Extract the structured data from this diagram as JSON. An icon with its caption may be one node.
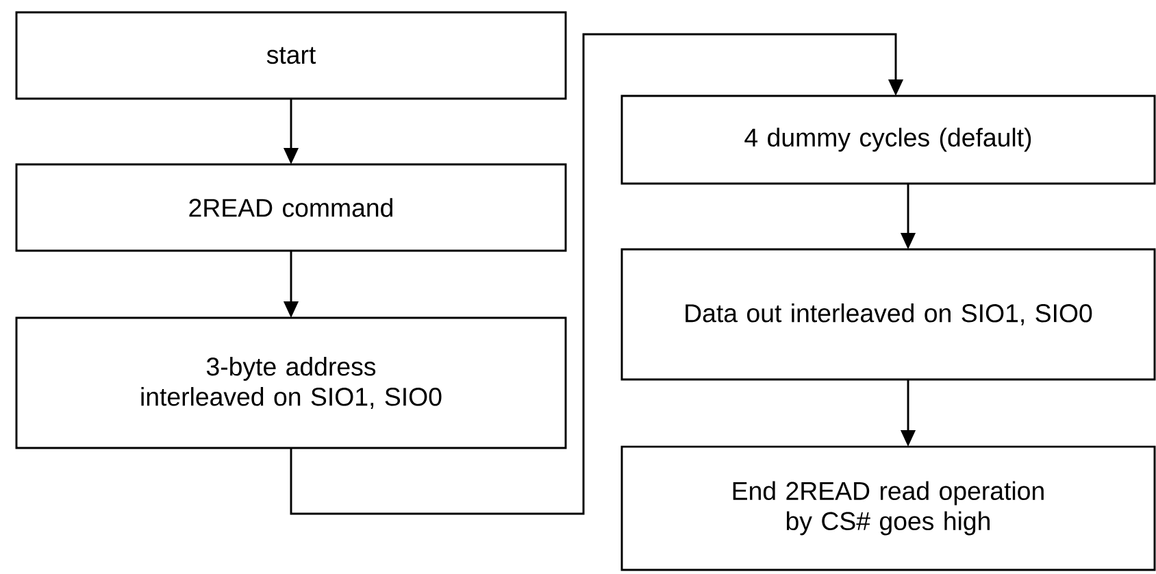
{
  "diagram": {
    "nodes": [
      {
        "text": [
          "start"
        ]
      },
      {
        "text": [
          "2READ command"
        ]
      },
      {
        "text": [
          "3-byte address interleaved on SIO1, SIO0"
        ]
      },
      {
        "text": [
          "4 dummy cycles (default)"
        ]
      },
      {
        "text": [
          "Data out interleaved on SIO1, SIO0"
        ]
      },
      {
        "text": [
          "End 2READ read operation by CS# goes high"
        ]
      }
    ],
    "edges": [
      {
        "from": 0,
        "to": 1,
        "arrow": "to"
      },
      {
        "from": 1,
        "to": 2,
        "arrow": "to"
      },
      {
        "from": 2,
        "to": 3,
        "arrow": "to"
      },
      {
        "from": 3,
        "to": 4,
        "arrow": "to"
      },
      {
        "from": 4,
        "to": 5,
        "arrow": "to"
      }
    ]
  }
}
